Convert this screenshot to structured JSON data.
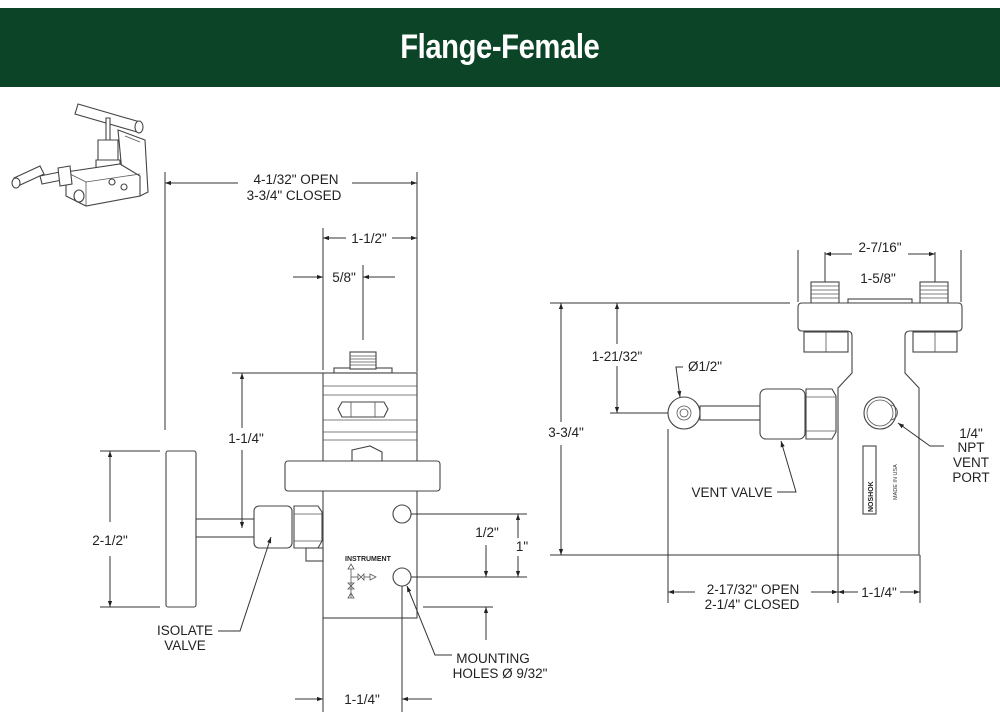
{
  "header": {
    "title": "Flange-Female",
    "background_color": "#0b4427",
    "text_color": "#ffffff"
  },
  "isometric_view": {
    "description": "3D isometric view of manifold"
  },
  "front_view": {
    "dimensions": {
      "overall_width_open": "4-1/32\" OPEN",
      "overall_width_closed": "3-3/4\" CLOSED",
      "body_width": "1-1/2\"",
      "port_width": "5/8\"",
      "handle_offset": "1-1/4\"",
      "handle_length": "2-1/2\"",
      "hole_offset": "1/2\"",
      "hole_spacing": "1\"",
      "bottom_width": "1-1/4\""
    },
    "labels": {
      "isolate_valve_line1": "ISOLATE",
      "isolate_valve_line2": "VALVE",
      "mounting_holes_line1": "MOUNTING",
      "mounting_holes_line2": "HOLES Ø 9/32\"",
      "instrument": "INSTRUMENT"
    }
  },
  "side_view": {
    "dimensions": {
      "port_spacing_outer": "2-7/16\"",
      "port_spacing_inner": "1-5/8\"",
      "vent_height": "1-21/32\"",
      "overall_height": "3-3/4\"",
      "vent_handle_dia": "Ø1/2\"",
      "vent_width_open": "2-17/32\" OPEN",
      "vent_width_closed": "2-1/4\" CLOSED",
      "body_depth": "1-1/4\""
    },
    "labels": {
      "vent_valve": "VENT VALVE",
      "npt_line1": "1/4\"",
      "npt_line2": "NPT",
      "npt_line3": "VENT",
      "npt_line4": "PORT",
      "brand": "NOSHOK",
      "made_in": "MADE IN USA"
    }
  }
}
